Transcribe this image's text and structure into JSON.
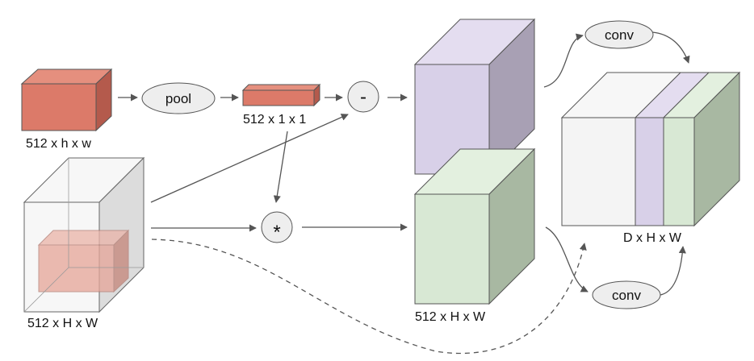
{
  "labels": {
    "small_feature": "512 x h x w",
    "pooled_vector": "512 x 1 x 1",
    "large_feature": "512 x H x W",
    "green_feature": "512 x H x W",
    "output": "D x H x W"
  },
  "nodes": {
    "pool": "pool",
    "conv_top": "conv",
    "conv_bottom": "conv"
  },
  "operators": {
    "subtract": "-",
    "multiply": "*"
  },
  "colors": {
    "red_front": "#dc7a69",
    "red_top": "#e58f7e",
    "red_side": "#b45a4c",
    "purple_front": "#d8d0e8",
    "purple_top": "#e4ddf0",
    "purple_side": "#a8a0b4",
    "green_front": "#d8e8d4",
    "green_top": "#e3f0df",
    "green_side": "#a8b8a2",
    "white_front": "#f4f4f4",
    "white_side": "#dcdcdc",
    "node_fill": "#eeeeee",
    "stroke": "#555555"
  }
}
